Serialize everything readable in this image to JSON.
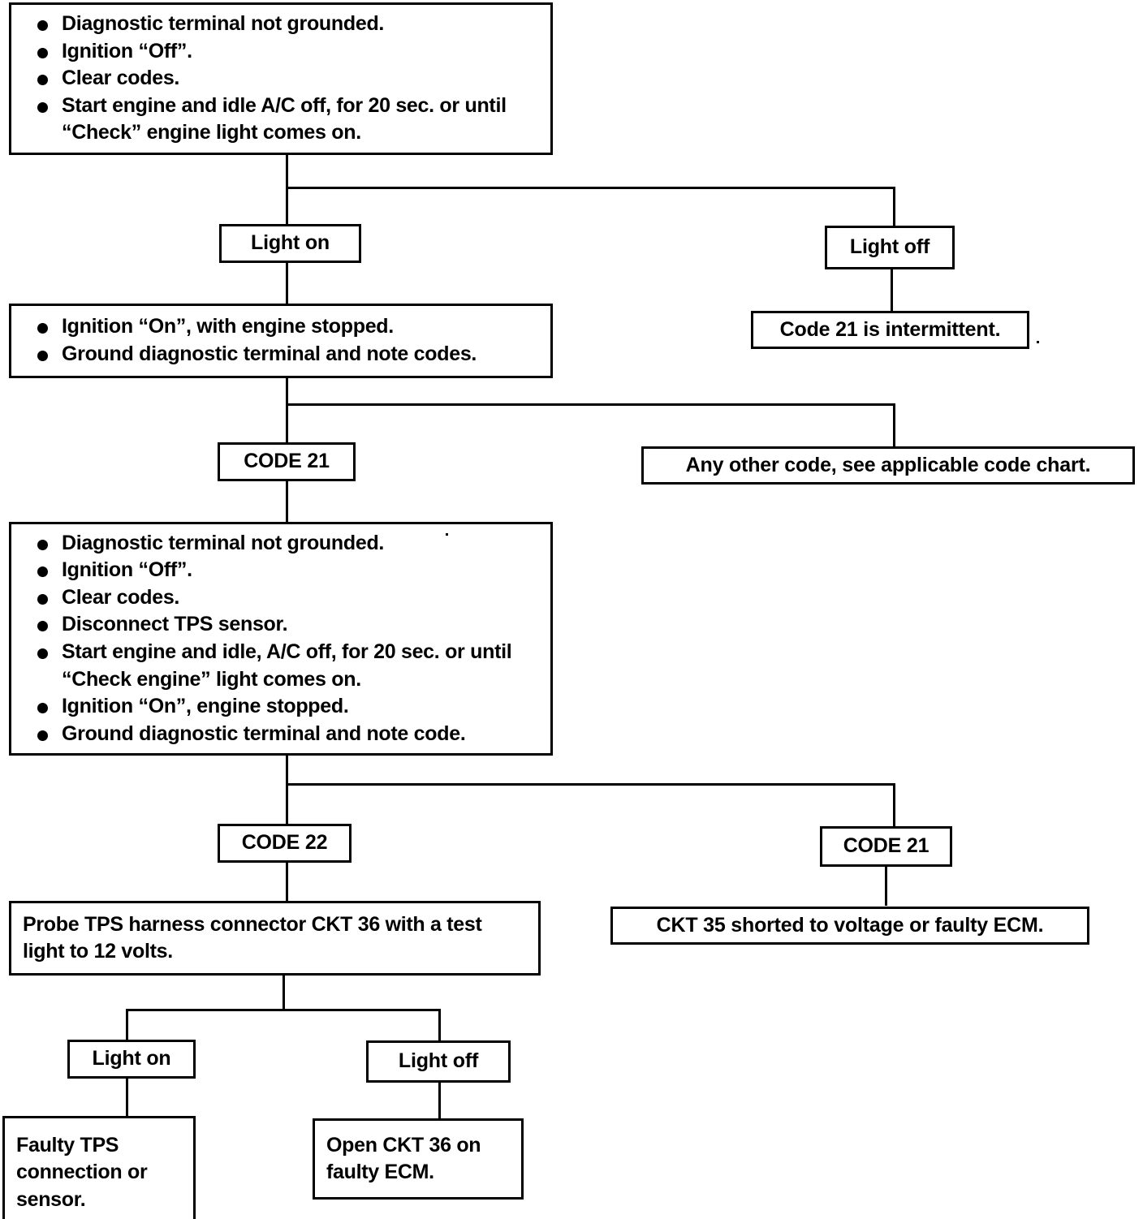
{
  "document": {
    "kind": "diagnostic-flowchart",
    "title": "Code 21 Diagnostic Flow Chart",
    "ink_color": "#000000",
    "background_color": "#ffffff"
  },
  "nodes": {
    "step1": {
      "id": "step1",
      "type": "instruction-box",
      "items": [
        "Diagnostic terminal not grounded.",
        "Ignition “Off”.",
        "Clear codes.",
        "Start engine and idle A/C off, for 20 sec. or until “Check” engine light comes on."
      ]
    },
    "light_on_1": {
      "id": "light-on-1",
      "type": "decision-label",
      "label": "Light on"
    },
    "light_off_1": {
      "id": "light-off-1",
      "type": "decision-label",
      "label": "Light off"
    },
    "step2": {
      "id": "step2",
      "type": "instruction-box",
      "items": [
        "Ignition “On”, with engine stopped.",
        "Ground diagnostic terminal and note codes."
      ]
    },
    "intermittent": {
      "id": "code-21-intermittent",
      "type": "result-box",
      "label": "Code 21 is intermittent."
    },
    "code21_a": {
      "id": "code-21-a",
      "type": "decision-label",
      "label": "CODE 21"
    },
    "any_other_code": {
      "id": "any-other-code",
      "type": "result-box",
      "label": "Any other code, see applicable code chart."
    },
    "step3": {
      "id": "step3",
      "type": "instruction-box",
      "items": [
        "Diagnostic terminal not grounded.",
        "Ignition “Off”.",
        "Clear codes.",
        "Disconnect TPS sensor.",
        "Start engine and idle, A/C off, for 20 sec. or until “Check engine” light comes on.",
        "Ignition “On”, engine stopped.",
        "Ground diagnostic terminal and note code."
      ]
    },
    "code22": {
      "id": "code-22",
      "type": "decision-label",
      "label": "CODE 22"
    },
    "code21_b": {
      "id": "code-21-b",
      "type": "decision-label",
      "label": "CODE 21"
    },
    "probe_tps": {
      "id": "probe-tps",
      "type": "instruction-box",
      "label": "Probe TPS harness connector CKT 36 with a test light to 12 volts."
    },
    "ckt35": {
      "id": "ckt-35-shorted",
      "type": "result-box",
      "label": "CKT 35 shorted to voltage or faulty ECM."
    },
    "light_on_2": {
      "id": "light-on-2",
      "type": "decision-label",
      "label": "Light on"
    },
    "light_off_2": {
      "id": "light-off-2",
      "type": "decision-label",
      "label": "Light off"
    },
    "faulty_tps": {
      "id": "faulty-tps",
      "type": "result-box",
      "label": "Faulty TPS connection or sensor."
    },
    "open_ckt36": {
      "id": "open-ckt-36",
      "type": "result-box",
      "label": "Open CKT 36 on faulty ECM."
    }
  }
}
